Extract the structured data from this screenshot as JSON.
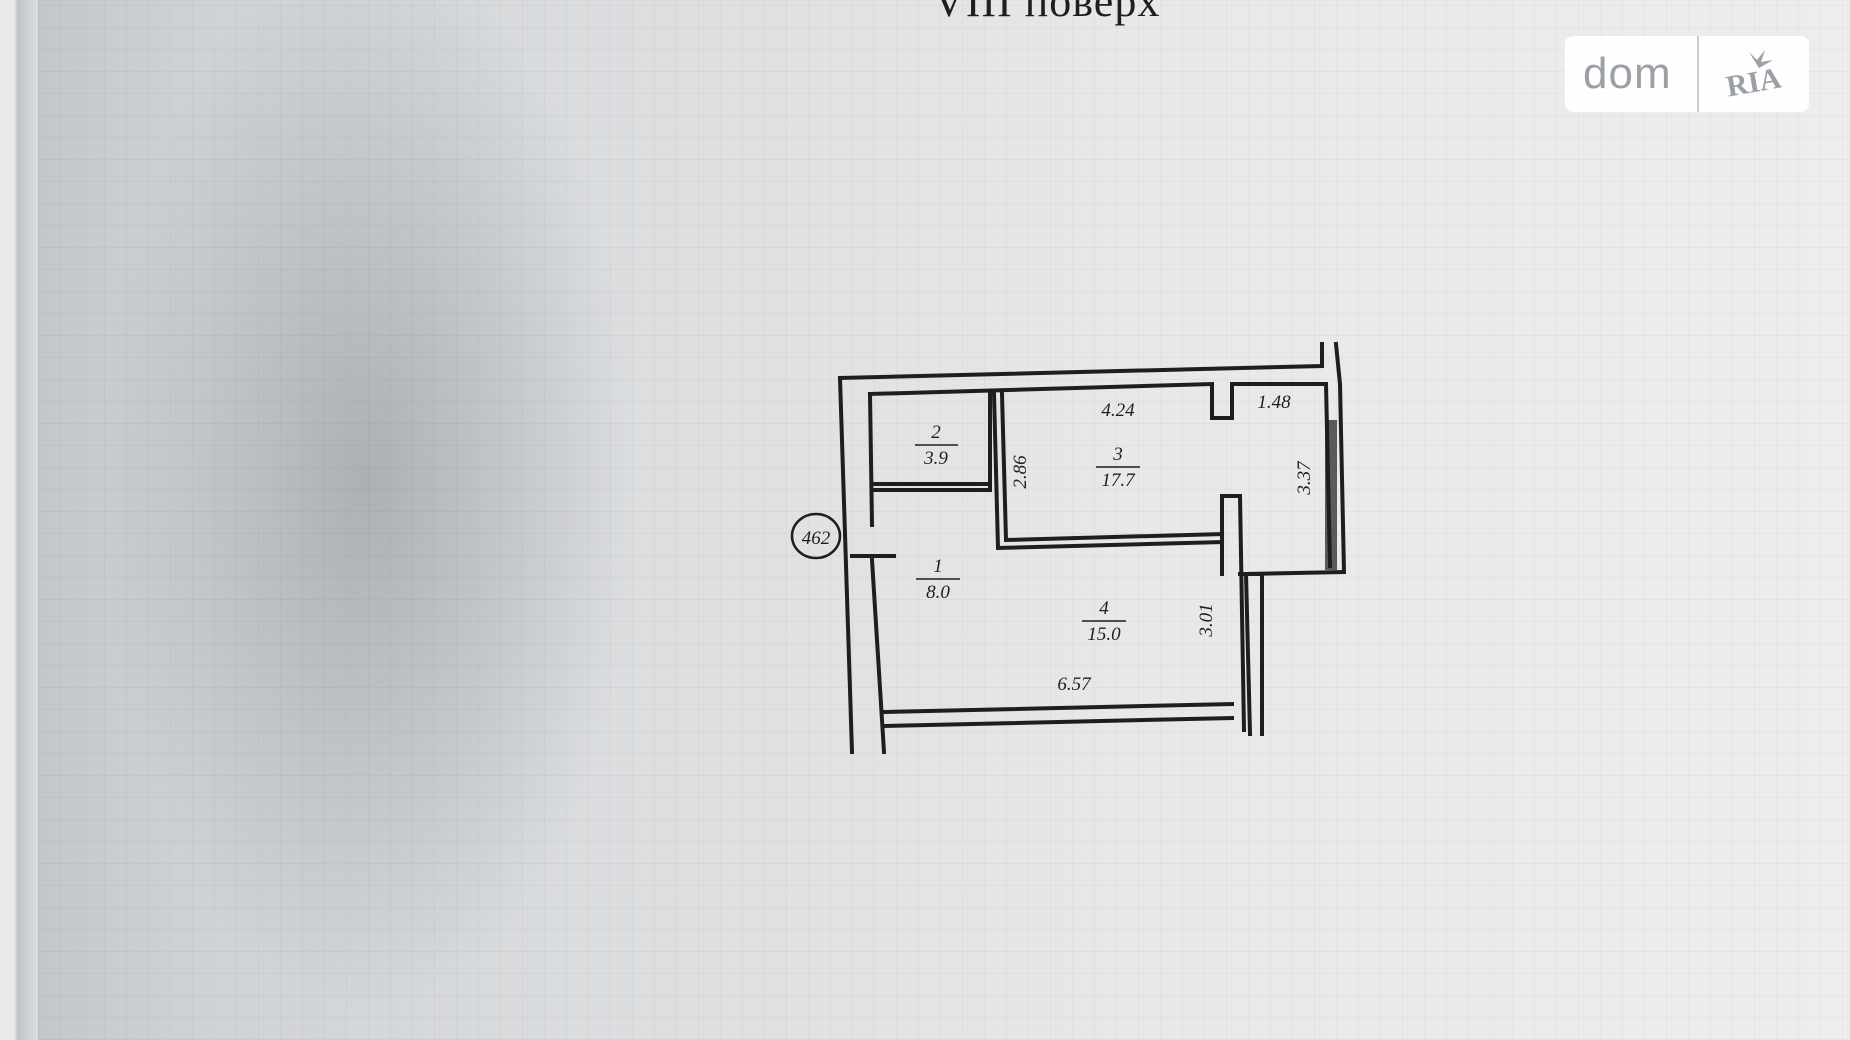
{
  "floor_title": "VIII поверх",
  "logo": {
    "left_text": "dom",
    "right_text": "RIA"
  },
  "colors": {
    "ink": "#1d1e20",
    "paper": "#e7e8ea",
    "logo_text": "#9aa0a6"
  },
  "rooms": [
    {
      "number": "1",
      "area": "8.0"
    },
    {
      "number": "2",
      "area": "3.9"
    },
    {
      "number": "3",
      "area": "17.7"
    },
    {
      "number": "4",
      "area": "15.0"
    }
  ],
  "dimensions": [
    "4.24",
    "1.48",
    "2.86",
    "3.37",
    "3.01",
    "6.57"
  ],
  "apartment_number": "462"
}
